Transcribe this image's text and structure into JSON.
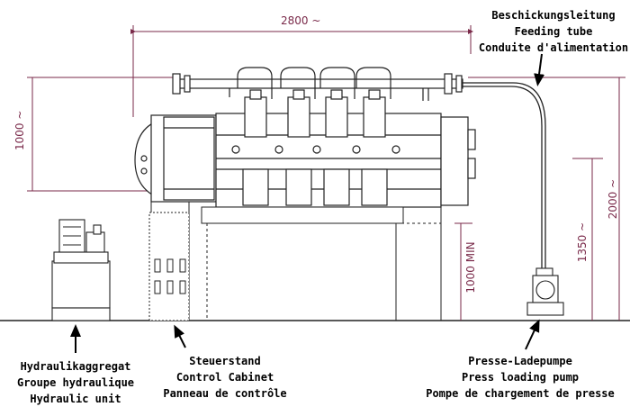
{
  "dimensions": {
    "width_total": "2800 ~",
    "height_left": "1000 ~",
    "min_height": "1000 MIN",
    "height_1350": "1350 ~",
    "height_2000": "2000 ~"
  },
  "labels": {
    "feeding_tube": [
      "Beschickungsleitung",
      "Feeding tube",
      "Conduite d'alimentation"
    ],
    "hydraulic_unit": [
      "Hydraulikaggregat",
      "Groupe hydraulique",
      "Hydraulic unit"
    ],
    "control_cabinet": [
      "Steuerstand",
      "Control Cabinet",
      "Panneau de contrôle"
    ],
    "loading_pump": [
      "Presse-Ladepumpe",
      "Press loading pump",
      "Pompe de chargement de presse"
    ]
  },
  "colors": {
    "dimension": "#7a2a4a",
    "drawing": "#222222",
    "arrow": "#000000"
  }
}
